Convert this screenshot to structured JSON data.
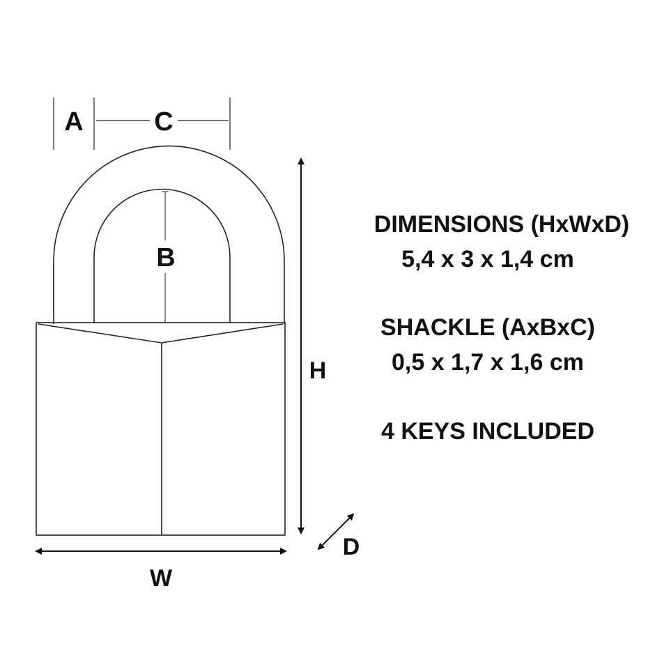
{
  "labels": {
    "a": "A",
    "b": "B",
    "c": "C",
    "h": "H",
    "w": "W",
    "d": "D"
  },
  "specs": {
    "dimensions_title": "DIMENSIONS (HxWxD)",
    "dimensions_value": "5,4 x 3 x 1,4 cm",
    "shackle_title": "SHACKLE (AxBxC)",
    "shackle_value": "0,5 x 1,7 x 1,6 cm",
    "keys": "4 KEYS INCLUDED"
  }
}
